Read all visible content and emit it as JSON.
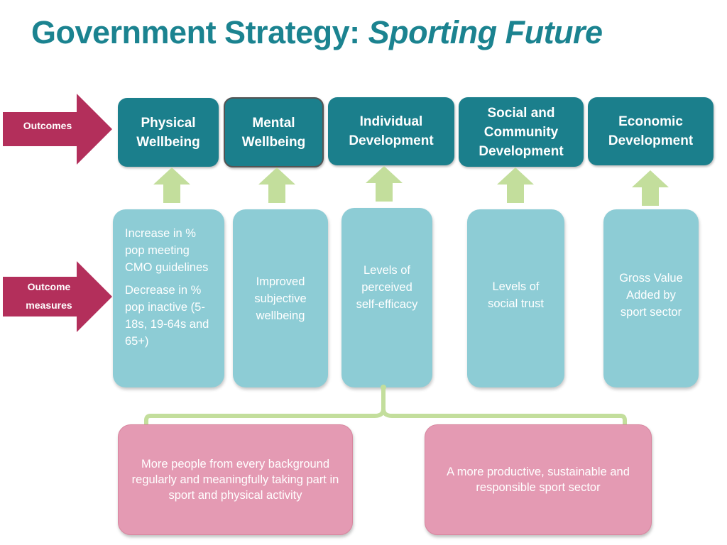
{
  "title": {
    "main": "Government Strategy: ",
    "emphasis": "Sporting Future"
  },
  "colors": {
    "teal_title": "#1b8390",
    "outcome_box": "#1b7f8c",
    "measure_box": "#8dccd5",
    "green_arrow": "#c3de9c",
    "label_arrow": "#b32f5b",
    "pink_box": "#e49ab3"
  },
  "side_labels": {
    "outcomes": "Outcomes",
    "measures_line1": "Outcome",
    "measures_line2": "measures"
  },
  "outcomes": [
    {
      "line1": "Physical",
      "line2": "Wellbeing",
      "line3": ""
    },
    {
      "line1": "Mental",
      "line2": "Wellbeing",
      "line3": ""
    },
    {
      "line1": "Individual",
      "line2": "Development",
      "line3": ""
    },
    {
      "line1": "Social and",
      "line2": "Community",
      "line3": "Development"
    },
    {
      "line1": "Economic",
      "line2": "Development",
      "line3": ""
    }
  ],
  "measures": [
    {
      "para1": "Increase in % pop meeting CMO guidelines",
      "para2": "Decrease in % pop inactive (5-18s, 19-64s and 65+)"
    },
    {
      "text": "Improved subjective wellbeing"
    },
    {
      "text": "Levels of perceived self-efficacy"
    },
    {
      "text": "Levels of social trust"
    },
    {
      "text": "Gross Value Added by sport sector"
    }
  ],
  "bottom_boxes": [
    {
      "text": "More people from every background regularly and meaningfully taking part in sport and physical activity"
    },
    {
      "text": "A more productive, sustainable and responsible sport sector"
    }
  ],
  "icons": {
    "outcome_arrow": "arrow-right-icon",
    "up_arrow": "arrow-up-icon",
    "bracket": "bracket-connector-icon"
  }
}
